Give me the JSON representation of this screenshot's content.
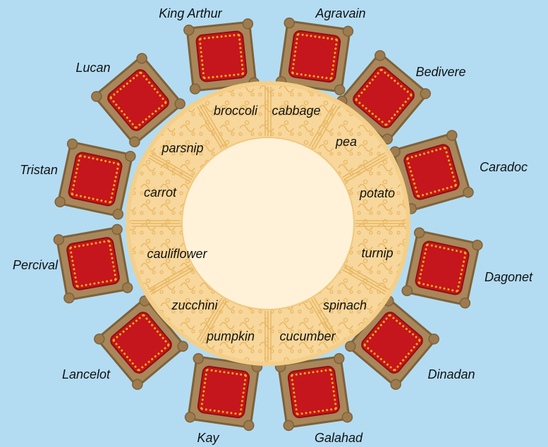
{
  "colors": {
    "background": "#b3dcf3",
    "table_rim": "#f7d79b",
    "table_rim_pattern": "#e9b764",
    "table_center": "#fff2d8",
    "chair_frame": "#a9875a",
    "chair_frame_dark": "#7e6239",
    "chair_cushion": "#c4161c",
    "chair_studs": "#f6b21a"
  },
  "knights": [
    {
      "name": "King Arthur"
    },
    {
      "name": "Agravain"
    },
    {
      "name": "Bedivere"
    },
    {
      "name": "Caradoc"
    },
    {
      "name": "Dagonet"
    },
    {
      "name": "Dinadan"
    },
    {
      "name": "Galahad"
    },
    {
      "name": "Kay"
    },
    {
      "name": "Lancelot"
    },
    {
      "name": "Percival"
    },
    {
      "name": "Tristan"
    },
    {
      "name": "Lucan"
    }
  ],
  "vegetables": [
    {
      "name": "broccoli"
    },
    {
      "name": "cabbage"
    },
    {
      "name": "pea"
    },
    {
      "name": "potato"
    },
    {
      "name": "turnip"
    },
    {
      "name": "spinach"
    },
    {
      "name": "cucumber"
    },
    {
      "name": "pumpkin"
    },
    {
      "name": "zucchini"
    },
    {
      "name": "cauliflower"
    },
    {
      "name": "carrot"
    },
    {
      "name": "parsnip"
    }
  ]
}
